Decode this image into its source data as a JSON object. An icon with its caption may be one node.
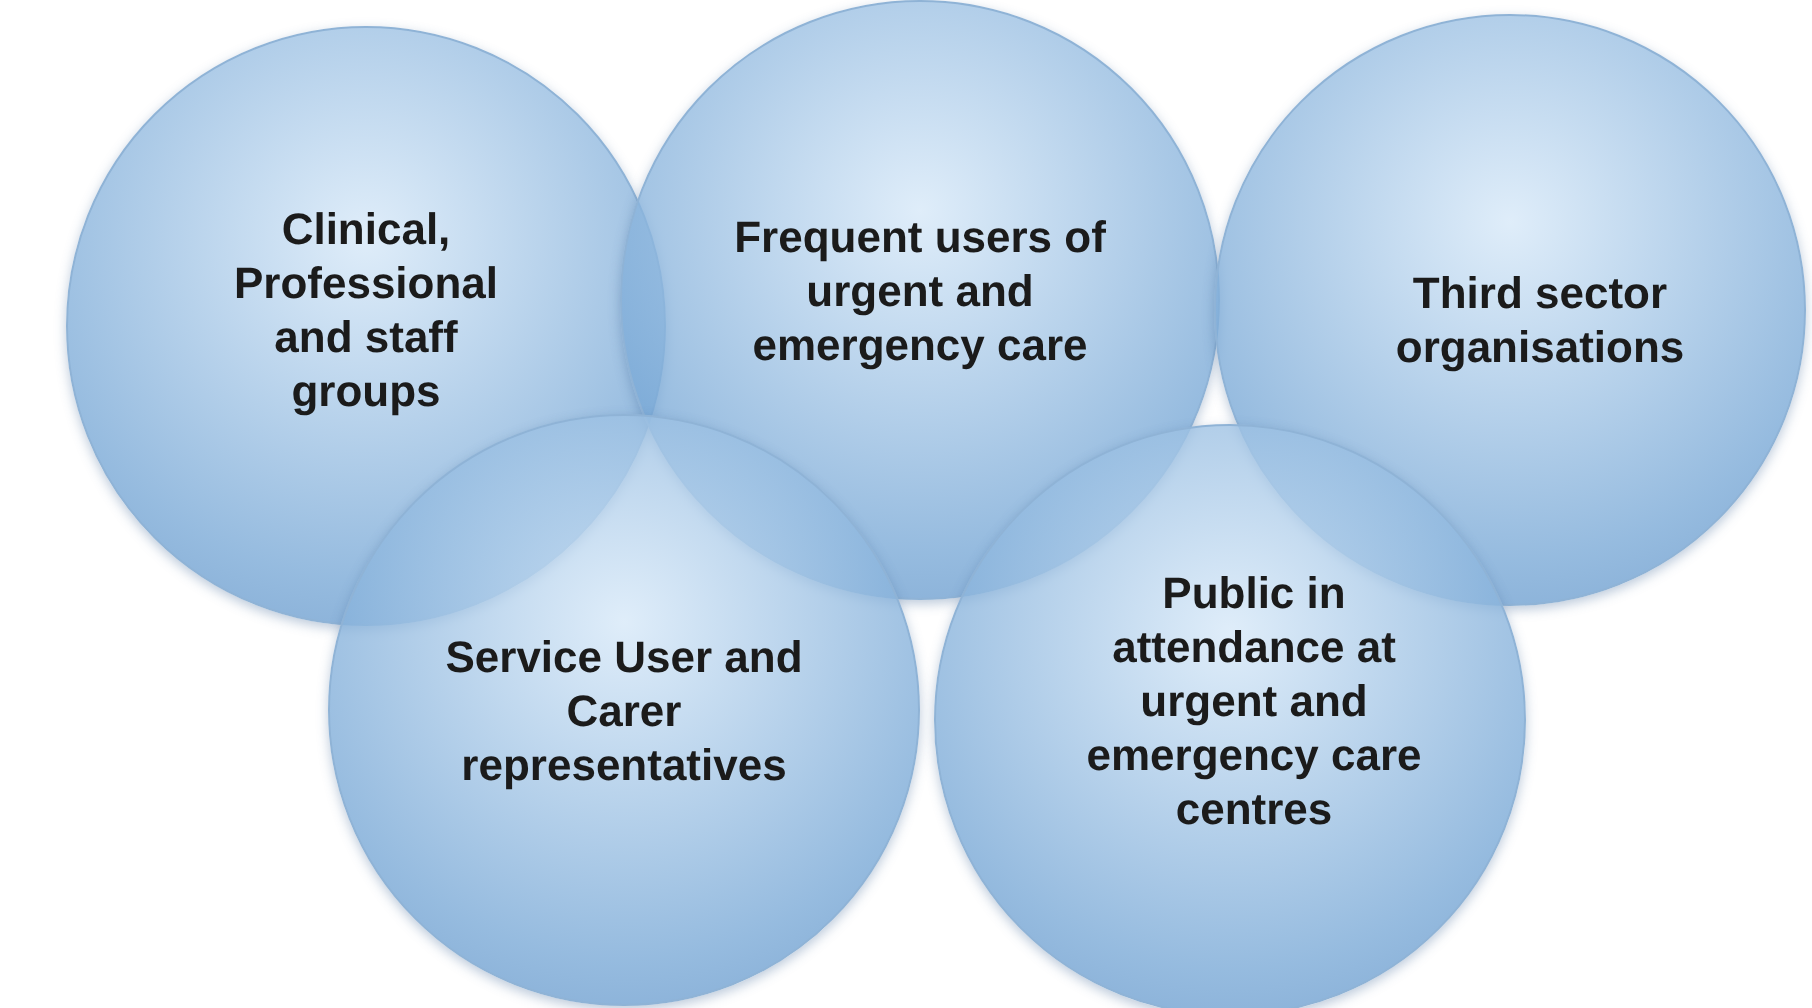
{
  "diagram": {
    "nodes": [
      {
        "text": [
          "Clinical, Professional and staff groups"
        ]
      },
      {
        "text": [
          "Frequent users of urgent and emergency care"
        ]
      },
      {
        "text": [
          "Third sector organisations"
        ]
      },
      {
        "text": [
          "Service User and Carer representatives"
        ]
      },
      {
        "text": [
          "Public in attendance at urgent and emergency care centres"
        ]
      }
    ]
  }
}
